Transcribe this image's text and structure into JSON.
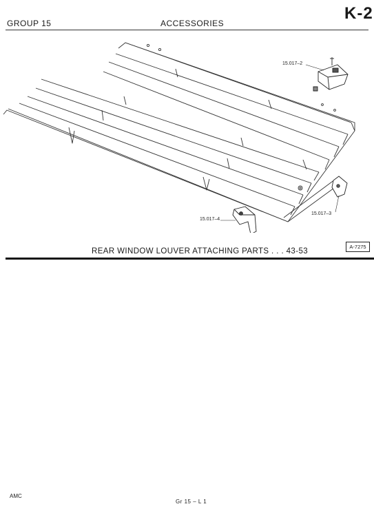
{
  "header": {
    "group": "GROUP 15",
    "title": "ACCESSORIES",
    "page_code": "K-2"
  },
  "illustration": {
    "callouts": [
      "15.017–2",
      "15.017–3",
      "15.017–4"
    ],
    "caption": "REAR WINDOW LOUVER ATTACHING PARTS . . . 43-53",
    "figure_number": "A-7275"
  },
  "footer": {
    "brand": "AMC",
    "page_ref": "Gr 15 – L 1"
  }
}
